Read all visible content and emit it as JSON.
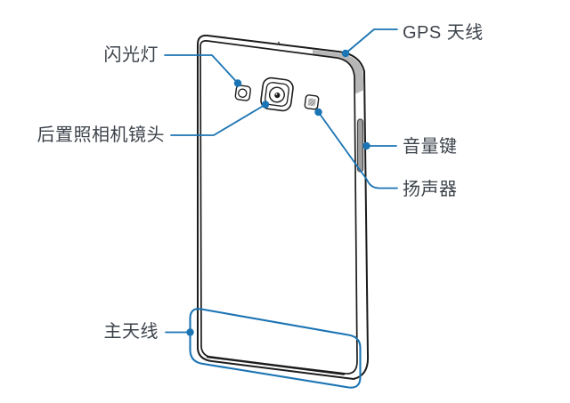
{
  "diagram": {
    "labels": {
      "flash": "闪光灯",
      "rear_camera": "后置照相机镜头",
      "gps_antenna": "GPS 天线",
      "volume_key": "音量键",
      "speaker": "扬声器",
      "main_antenna": "主天线"
    },
    "colors": {
      "callout": "#1b74b4",
      "outline": "#1c1c1c",
      "text": "#3d434b",
      "antenna_band": "#b6b6b6",
      "key_fill": "#9e9e9e",
      "background": "#ffffff"
    }
  }
}
